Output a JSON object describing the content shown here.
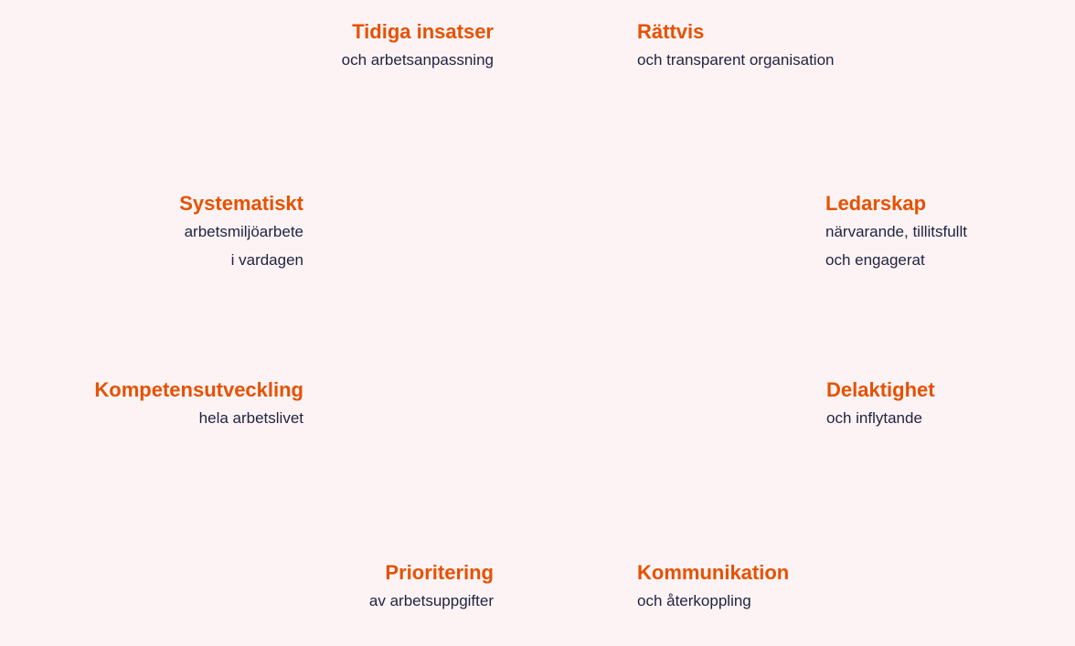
{
  "segments": [
    {
      "id": "rattvis",
      "title": "Rättvis",
      "lines": [
        "och transparent organisation"
      ]
    },
    {
      "id": "ledarskap",
      "title": "Ledarskap",
      "lines": [
        "närvarande, tillitsfullt",
        "och engagerat"
      ]
    },
    {
      "id": "delaktighet",
      "title": "Delaktighet",
      "lines": [
        "och inflytande"
      ]
    },
    {
      "id": "kommunikation",
      "title": "Kommunikation",
      "lines": [
        "och återkoppling"
      ]
    },
    {
      "id": "prioritering",
      "title": "Prioritering",
      "lines": [
        "av arbetsuppgifter"
      ]
    },
    {
      "id": "kompetensutveckling",
      "title": "Kompetensutveckling",
      "lines": [
        "hela arbetslivet"
      ]
    },
    {
      "id": "systematiskt",
      "title": "Systematiskt",
      "lines": [
        "arbetsmiljöarbete",
        "i vardagen"
      ]
    },
    {
      "id": "tidiga-insatser",
      "title": "Tidiga insatser",
      "lines": [
        "och arbetsanpassning"
      ]
    }
  ],
  "colors": {
    "background": "#fdf3f4",
    "title": "#e65100",
    "subtitle": "#1f2340",
    "rings": [
      "#fde5d9",
      "#fbd6c1",
      "#f9c5a6",
      "#f7b48a",
      "#f59e6c",
      "#f2894f",
      "#ef7434",
      "#ec6424",
      "#ea5a14",
      "#e55002",
      "#d84800",
      "#c94400"
    ]
  }
}
